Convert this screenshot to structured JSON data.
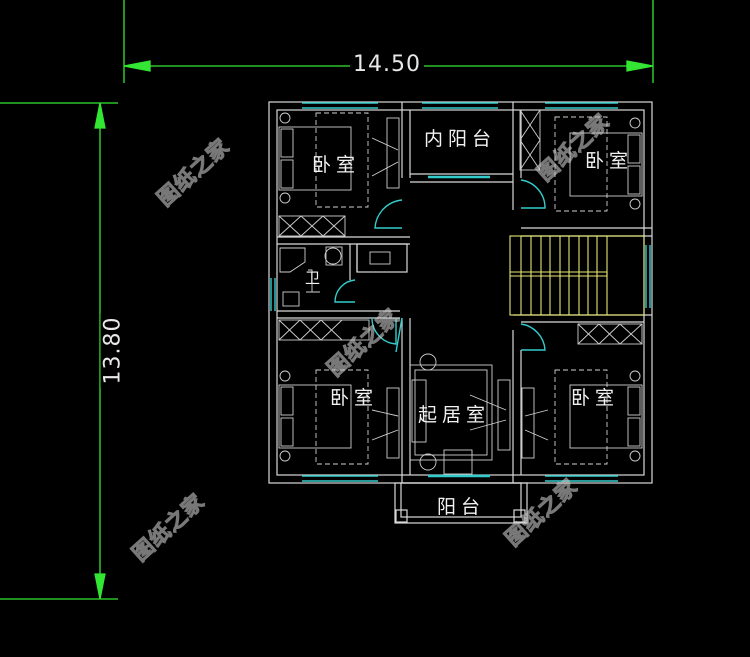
{
  "drawing": {
    "type": "floor-plan",
    "background": "#000000",
    "colors": {
      "wall": "#d9d9d9",
      "dimension": "#33e633",
      "window_door": "#33cccc",
      "stairs": "#e6e673",
      "text": "#f2f2f2",
      "watermark": "#9a9a9a"
    }
  },
  "dimensions": {
    "width_label": "14.50",
    "height_label": "13.80"
  },
  "rooms": [
    {
      "id": "bedroom-nw",
      "label": "卧室"
    },
    {
      "id": "inner-balcony",
      "label": "内阳台"
    },
    {
      "id": "bedroom-ne",
      "label": "卧室"
    },
    {
      "id": "bathroom",
      "label": "卫"
    },
    {
      "id": "bedroom-sw",
      "label": "卧室"
    },
    {
      "id": "living-room",
      "label": "起居室"
    },
    {
      "id": "bedroom-se",
      "label": "卧室"
    },
    {
      "id": "balcony",
      "label": "阳台"
    }
  ],
  "watermark": {
    "text": "图纸之家",
    "count": 6
  }
}
